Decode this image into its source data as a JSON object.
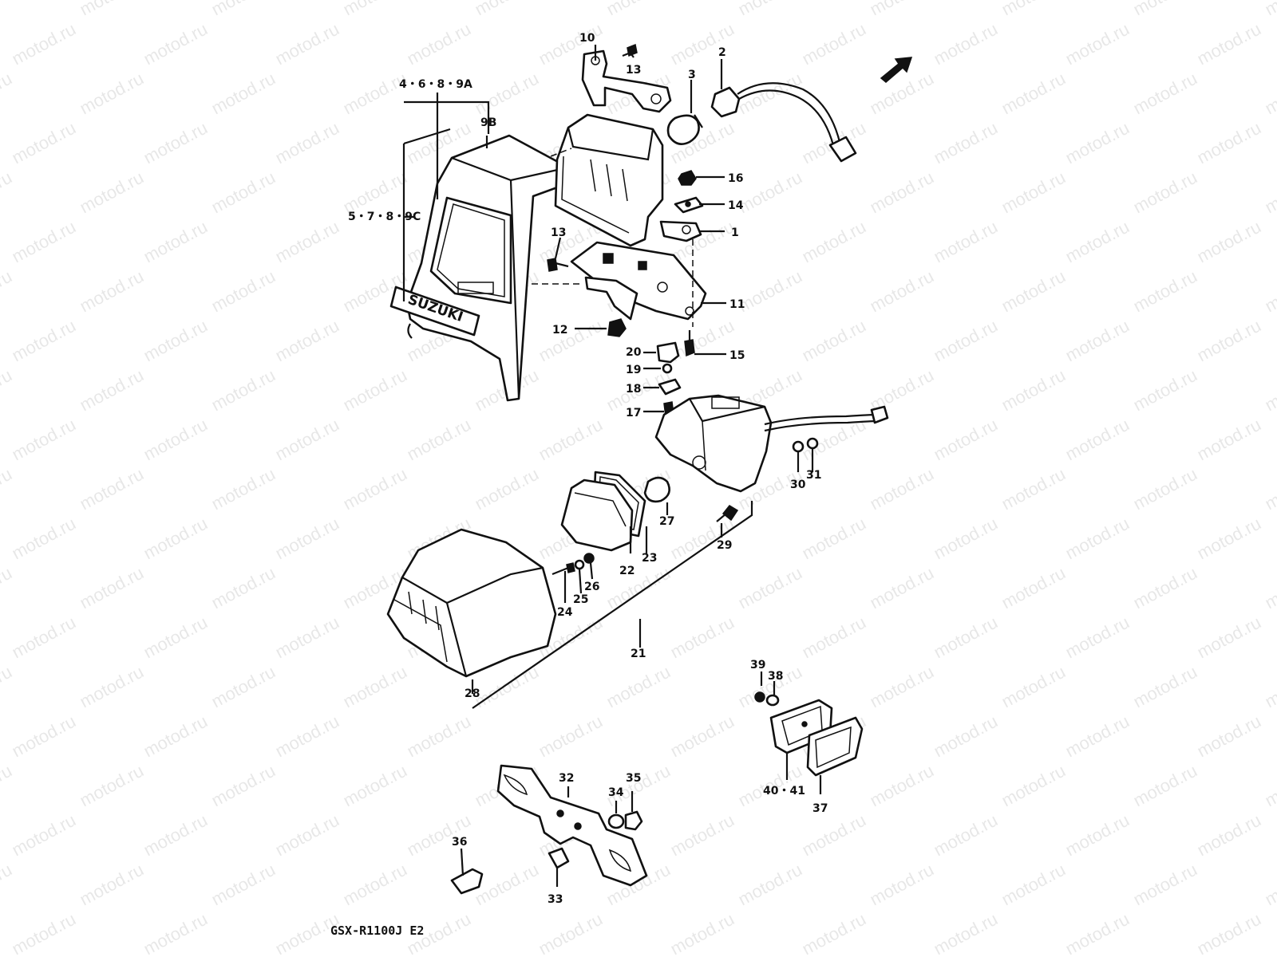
{
  "watermark": "motod.ru",
  "model_code": "GSX-R1100J E2",
  "brand_text": "SUZUKI",
  "callouts": {
    "c1": "1",
    "c2": "2",
    "c3": "3",
    "c10": "10",
    "c11": "11",
    "c12": "12",
    "c13a": "13",
    "c13b": "13",
    "c14": "14",
    "c15": "15",
    "c16": "16",
    "c17": "17",
    "c18": "18",
    "c19": "19",
    "c20": "20",
    "c21": "21",
    "c22": "22",
    "c23": "23",
    "c24": "24",
    "c25": "25",
    "c26": "26",
    "c27": "27",
    "c28": "28",
    "c29": "29",
    "c30": "30",
    "c31": "31",
    "c32": "32",
    "c33": "33",
    "c34": "34",
    "c35": "35",
    "c36": "36",
    "c37": "37",
    "c38": "38",
    "c39": "39",
    "c4689A": "4・6・8・9A",
    "c5789C": "5・7・8・9C",
    "c9B": "9B",
    "c4041": "40・41"
  }
}
